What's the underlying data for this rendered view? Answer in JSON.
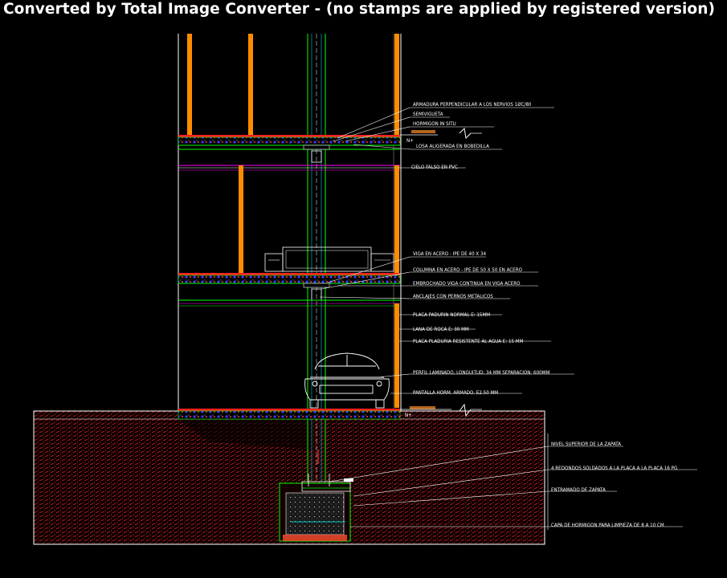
{
  "banner": "Converted by Total Image Converter - (no stamps are applied by registered version)",
  "level_marks": [
    "N+",
    "N+"
  ],
  "labels": [
    "ARMADURA PERPENDICULAR A LOS NERVIOS 1ØC/80",
    "SEMIVIGUETA",
    "HORMIGON IN SITU",
    "LOSA ALIGERADA EN BOBEDILLA",
    "CIELO FALSO EN PVC",
    "VIGA EN ACERO - IPE DE 40 X 34",
    "COLUMNA EN ACERO - IPE DE 50 X 50 EN ACERO",
    "EMBROCHADO VIGA CONTINUA EN VIGA ACERO",
    "ANCLAJES CON PERNOS METALICOS",
    "PLACA PADURIN NORMAL E: 15MM",
    "LANA DE ROCA E: 30 MM",
    "PLACA PLADURIA RESISTENTE AL AGUA E: 15 MM",
    "PERFIL LAMINADO, LONGUITUD: 34 MM SEPARACION: 600MM",
    "PANTALLA HORM. ARMADO, E2.50 MM",
    "NIVEL SUPERIOR DE LA ZAPATA",
    "4 REDONDOS SOLDADOS A LA PLACA A LA PLACA 16 PG",
    "ENTRAMADO DE ZAPATA",
    "CAPA DE HORMIGON PARA LIMPIEZA DE 8 A 10 CM"
  ],
  "colors": {
    "background": "#000000",
    "structure": "#ffffff",
    "slab": "#00ff00",
    "column": "#ff8c00",
    "soil_hatch": "#ff3030",
    "insulation": "#3030ff",
    "ceiling": "#ff00ff",
    "duct": "#00c8c8"
  }
}
